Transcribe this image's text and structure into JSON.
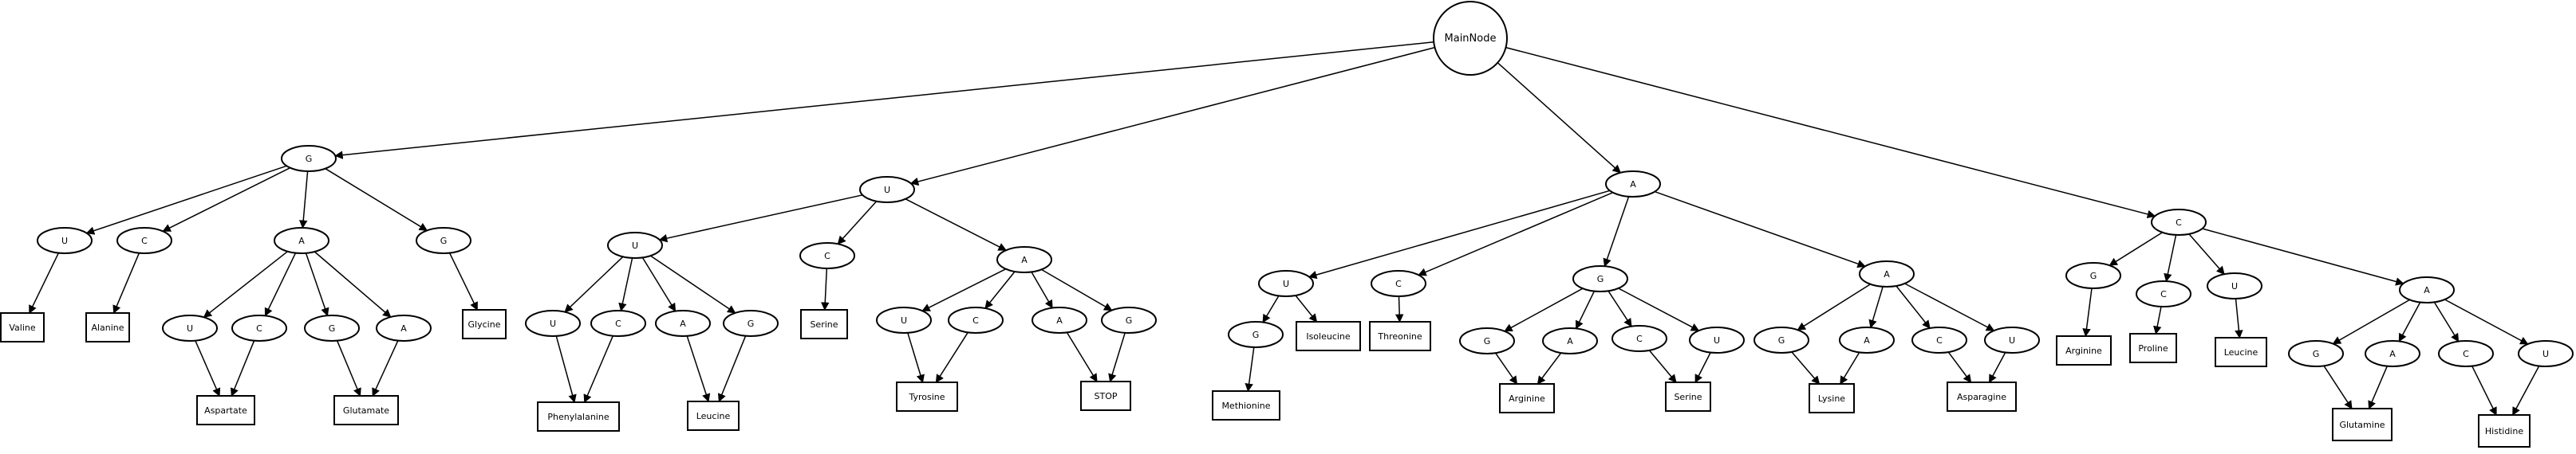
{
  "root": {
    "label": "MainNode"
  },
  "nodes": {
    "G1": "G",
    "G1U": "U",
    "G1C": "C",
    "G1A": "A",
    "G1G": "G",
    "G1AU": "U",
    "G1AC": "C",
    "G1AG": "G",
    "G1AA": "A",
    "Valine": "Valine",
    "Alanine": "Alanine",
    "Aspartate": "Aspartate",
    "Glutamate": "Glutamate",
    "Glycine": "Glycine",
    "U1": "U",
    "U1U": "U",
    "U1C": "C",
    "U1A": "A",
    "U1UU": "U",
    "U1UC": "C",
    "U1UA": "A",
    "U1UG": "G",
    "U1AU": "U",
    "U1AC": "C",
    "U1AA": "A",
    "U1AG": "G",
    "Phenylalanine": "Phenylalanine",
    "Leucine1": "Leucine",
    "Serine1": "Serine",
    "Tyrosine": "Tyrosine",
    "STOP": "STOP",
    "A1": "A",
    "A1U": "U",
    "A1C": "C",
    "A1G": "G",
    "A1A": "A",
    "A1UG": "G",
    "A1GG": "G",
    "A1GA": "A",
    "A1GC": "C",
    "A1GU": "U",
    "A1AG": "G",
    "A1AA": "A",
    "A1AC": "C",
    "A1AU": "U",
    "Methionine": "Methionine",
    "Isoleucine": "Isoleucine",
    "Threonine": "Threonine",
    "Arginine1": "Arginine",
    "Serine2": "Serine",
    "Lysine": "Lysine",
    "Asparagine": "Asparagine",
    "C1": "C",
    "C1G": "G",
    "C1C": "C",
    "C1U": "U",
    "C1A": "A",
    "C1AG": "G",
    "C1AA": "A",
    "C1AC": "C",
    "C1AU": "U",
    "Arginine2": "Arginine",
    "Proline": "Proline",
    "Leucine2": "Leucine",
    "Glutamine": "Glutamine",
    "Histidine": "Histidine"
  },
  "edges": [
    [
      "root",
      "G1"
    ],
    [
      "root",
      "U1"
    ],
    [
      "root",
      "A1"
    ],
    [
      "root",
      "C1"
    ],
    [
      "G1",
      "G1U"
    ],
    [
      "G1",
      "G1C"
    ],
    [
      "G1",
      "G1A"
    ],
    [
      "G1",
      "G1G"
    ],
    [
      "G1U",
      "Valine"
    ],
    [
      "G1C",
      "Alanine"
    ],
    [
      "G1G",
      "Glycine"
    ],
    [
      "G1A",
      "G1AU"
    ],
    [
      "G1A",
      "G1AC"
    ],
    [
      "G1A",
      "G1AG"
    ],
    [
      "G1A",
      "G1AA"
    ],
    [
      "G1AU",
      "Aspartate"
    ],
    [
      "G1AC",
      "Aspartate"
    ],
    [
      "G1AG",
      "Glutamate"
    ],
    [
      "G1AA",
      "Glutamate"
    ],
    [
      "U1",
      "U1U"
    ],
    [
      "U1",
      "U1C"
    ],
    [
      "U1",
      "U1A"
    ],
    [
      "U1U",
      "U1UU"
    ],
    [
      "U1U",
      "U1UC"
    ],
    [
      "U1U",
      "U1UA"
    ],
    [
      "U1U",
      "U1UG"
    ],
    [
      "U1UU",
      "Phenylalanine"
    ],
    [
      "U1UC",
      "Phenylalanine"
    ],
    [
      "U1UA",
      "Leucine1"
    ],
    [
      "U1UG",
      "Leucine1"
    ],
    [
      "U1C",
      "Serine1"
    ],
    [
      "U1A",
      "U1AU"
    ],
    [
      "U1A",
      "U1AC"
    ],
    [
      "U1A",
      "U1AA"
    ],
    [
      "U1A",
      "U1AG"
    ],
    [
      "U1AU",
      "Tyrosine"
    ],
    [
      "U1AC",
      "Tyrosine"
    ],
    [
      "U1AA",
      "STOP"
    ],
    [
      "U1AG",
      "STOP"
    ],
    [
      "A1",
      "A1U"
    ],
    [
      "A1",
      "A1C"
    ],
    [
      "A1",
      "A1G"
    ],
    [
      "A1",
      "A1A"
    ],
    [
      "A1U",
      "A1UG"
    ],
    [
      "A1U",
      "Isoleucine"
    ],
    [
      "A1UG",
      "Methionine"
    ],
    [
      "A1C",
      "Threonine"
    ],
    [
      "A1G",
      "A1GG"
    ],
    [
      "A1G",
      "A1GA"
    ],
    [
      "A1G",
      "A1GC"
    ],
    [
      "A1G",
      "A1GU"
    ],
    [
      "A1GG",
      "Arginine1"
    ],
    [
      "A1GA",
      "Arginine1"
    ],
    [
      "A1GC",
      "Serine2"
    ],
    [
      "A1GU",
      "Serine2"
    ],
    [
      "A1A",
      "A1AG"
    ],
    [
      "A1A",
      "A1AA"
    ],
    [
      "A1A",
      "A1AC"
    ],
    [
      "A1A",
      "A1AU"
    ],
    [
      "A1AG",
      "Lysine"
    ],
    [
      "A1AA",
      "Lysine"
    ],
    [
      "A1AC",
      "Asparagine"
    ],
    [
      "A1AU",
      "Asparagine"
    ],
    [
      "C1",
      "C1G"
    ],
    [
      "C1",
      "C1C"
    ],
    [
      "C1",
      "C1U"
    ],
    [
      "C1",
      "C1A"
    ],
    [
      "C1G",
      "Arginine2"
    ],
    [
      "C1C",
      "Proline"
    ],
    [
      "C1U",
      "Leucine2"
    ],
    [
      "C1A",
      "C1AG"
    ],
    [
      "C1A",
      "C1AA"
    ],
    [
      "C1A",
      "C1AC"
    ],
    [
      "C1A",
      "C1AU"
    ],
    [
      "C1AG",
      "Glutamine"
    ],
    [
      "C1AA",
      "Glutamine"
    ],
    [
      "C1AC",
      "Histidine"
    ],
    [
      "C1AU",
      "Histidine"
    ]
  ]
}
